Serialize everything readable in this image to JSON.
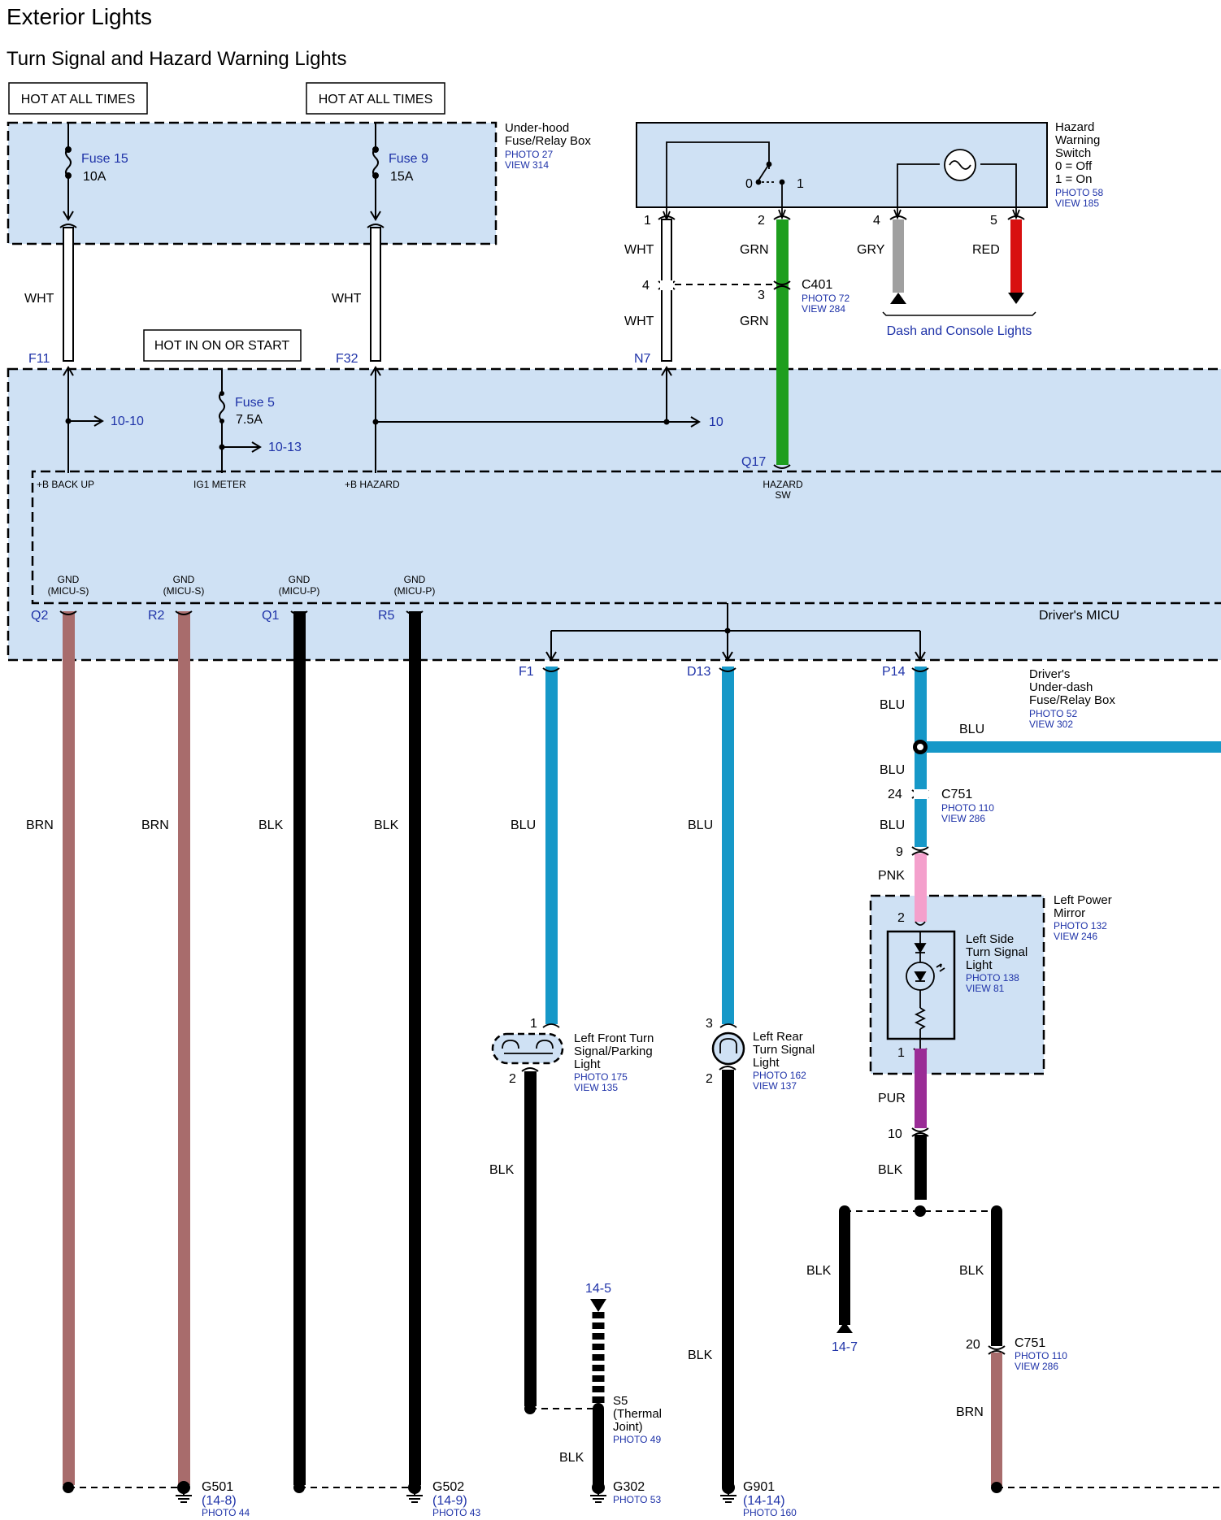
{
  "header": {
    "title": "Exterior Lights",
    "subtitle": "Turn Signal and Hazard Warning Lights"
  },
  "colors": {
    "WHT": "#ffffff",
    "GRN": "#1e9e1e",
    "GRY": "#a0a0a0",
    "RED": "#d81010",
    "BRN": "#a86c6c",
    "BLK": "#000000",
    "BLU": "#1698c8",
    "PNK": "#f4a0cc",
    "PUR": "#9a2c96",
    "box_fill": "#cfe1f4",
    "ref_blue": "#1e32a8"
  },
  "power_labels": [
    "HOT AT ALL TIMES",
    "HOT AT ALL TIMES",
    "HOT IN ON OR START"
  ],
  "underhood_box": {
    "title_lines": [
      "Under-hood",
      "Fuse/Relay Box"
    ],
    "photo": "PHOTO 27",
    "view": "VIEW 314",
    "fuses": [
      {
        "name": "Fuse 15",
        "rating": "10A"
      },
      {
        "name": "Fuse 9",
        "rating": "15A"
      }
    ]
  },
  "hazard_switch": {
    "title_lines": [
      "Hazard",
      "Warning",
      "Switch",
      "0 = Off",
      "1 = On"
    ],
    "photo": "PHOTO 58",
    "view": "VIEW 185",
    "positions": [
      "0",
      "1"
    ],
    "pins": [
      "1",
      "2",
      "4",
      "5"
    ],
    "wires": [
      "WHT",
      "GRN",
      "GRY",
      "RED"
    ],
    "dash_label": "Dash and Console Lights"
  },
  "c401": {
    "name": "C401",
    "photo": "PHOTO 72",
    "view": "VIEW 284",
    "pins": [
      "4",
      "3"
    ],
    "wires": [
      "WHT",
      "GRN"
    ]
  },
  "micu": {
    "title": "Driver's MICU",
    "top_pins": [
      "F11",
      "F32",
      "N7",
      "Q17"
    ],
    "top_wires": [
      "WHT",
      "WHT"
    ],
    "fuse5": {
      "name": "Fuse 5",
      "rating": "7.5A"
    },
    "refs": [
      "10-10",
      "10-13",
      "10"
    ],
    "inner_labels": [
      "+B BACK UP",
      "IG1 METER",
      "+B HAZARD",
      "HAZARD",
      "SW"
    ],
    "gnd": [
      {
        "line1": "GND",
        "line2": "(MICU-S)",
        "pin": "Q2",
        "wire": "BRN"
      },
      {
        "line1": "GND",
        "line2": "(MICU-S)",
        "pin": "R2",
        "wire": "BRN"
      },
      {
        "line1": "GND",
        "line2": "(MICU-P)",
        "pin": "Q1",
        "wire": "BLK"
      },
      {
        "line1": "GND",
        "line2": "(MICU-P)",
        "pin": "R5",
        "wire": "BLK"
      }
    ],
    "out_pins": [
      "F1",
      "D13",
      "P14"
    ]
  },
  "underdash_box": {
    "title_lines": [
      "Driver's",
      "Under-dash",
      "Fuse/Relay Box"
    ],
    "photo": "PHOTO 52",
    "view": "VIEW 302"
  },
  "wire_labels": {
    "blu": "BLU",
    "pnk": "PNK",
    "pur": "PUR",
    "blk": "BLK",
    "brn": "BRN"
  },
  "c751": {
    "name": "C751",
    "photo": "PHOTO 110",
    "view": "VIEW 286",
    "pins": [
      "24",
      "9",
      "10",
      "20"
    ]
  },
  "mirror": {
    "title_lines": [
      "Left Power",
      "Mirror"
    ],
    "photo": "PHOTO 132",
    "view": "VIEW 246",
    "light_lines": [
      "Left Side",
      "Turn Signal",
      "Light"
    ],
    "light_photo": "PHOTO 138",
    "light_view": "VIEW 81",
    "pins": [
      "2",
      "1"
    ]
  },
  "front_light": {
    "title_lines": [
      "Left Front Turn",
      "Signal/Parking",
      "Light"
    ],
    "photo": "PHOTO 175",
    "view": "VIEW 135",
    "pins": [
      "1",
      "2"
    ]
  },
  "rear_light": {
    "title_lines": [
      "Left Rear",
      "Turn Signal",
      "Light"
    ],
    "photo": "PHOTO 162",
    "view": "VIEW 137",
    "pins": [
      "3",
      "2"
    ]
  },
  "s5": {
    "ref": "14-5",
    "lines": [
      "S5",
      "(Thermal",
      "Joint)"
    ],
    "photo": "PHOTO 49"
  },
  "ref_14_7": "14-7",
  "grounds": [
    {
      "name": "G501",
      "ref": "(14-8)",
      "photo": "PHOTO 44"
    },
    {
      "name": "G502",
      "ref": "(14-9)",
      "photo": "PHOTO 43"
    },
    {
      "name": "G302",
      "ref": "",
      "photo": "PHOTO 53"
    },
    {
      "name": "G901",
      "ref": "(14-14)",
      "photo": "PHOTO 160"
    }
  ]
}
